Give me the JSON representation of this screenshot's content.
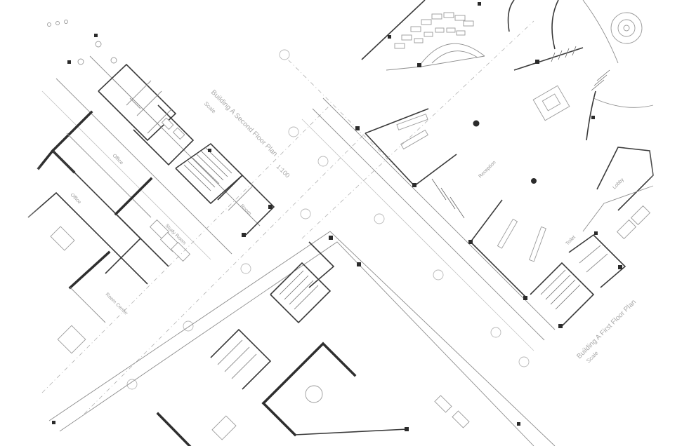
{
  "drawing": {
    "title_second_floor": "Building A Second Floor Plan",
    "scale_second_floor": "Scale",
    "scale_value_second_floor": "1:100",
    "title_first_floor": "Building A First Floor Plan",
    "scale_first_floor": "Scale",
    "room_labels": {
      "upper_left_a": "Office",
      "upper_left_b": "Office",
      "mid_left_a": "Study Room",
      "mid_left_b": "Room",
      "lower_left": "Room Center",
      "center_right": "Reception",
      "right_a": "Lobby",
      "right_b": "Toilet"
    }
  },
  "colors": {
    "wall": "#2e2e2e",
    "line": "#8d8d8d",
    "label": "#a8a8a8",
    "background": "#ffffff"
  }
}
